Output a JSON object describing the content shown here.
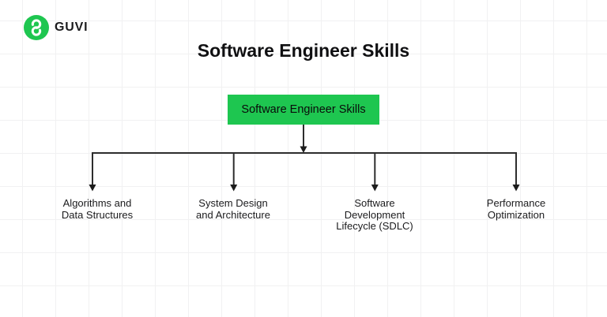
{
  "brand": {
    "wordmark": "GUVI",
    "logo_icon": "guvi-g-icon"
  },
  "title": "Software Engineer Skills",
  "diagram": {
    "root": {
      "label": "Software Engineer Skills"
    },
    "children": [
      {
        "label_lines": [
          "Algorithms and",
          "Data Structures"
        ]
      },
      {
        "label_lines": [
          "System Design",
          "and Architecture"
        ]
      },
      {
        "label_lines": [
          "Software",
          "Development",
          "Lifecycle (SDLC)"
        ]
      },
      {
        "label_lines": [
          "Performance",
          "Optimization"
        ]
      }
    ]
  },
  "colors": {
    "brand_green": "#1ec650",
    "line": "#2d2d2d",
    "arrow": "#1c1c1c",
    "text": "#1b1b1d",
    "grid_line": "#f1f1f2",
    "background": "#ffffff"
  }
}
